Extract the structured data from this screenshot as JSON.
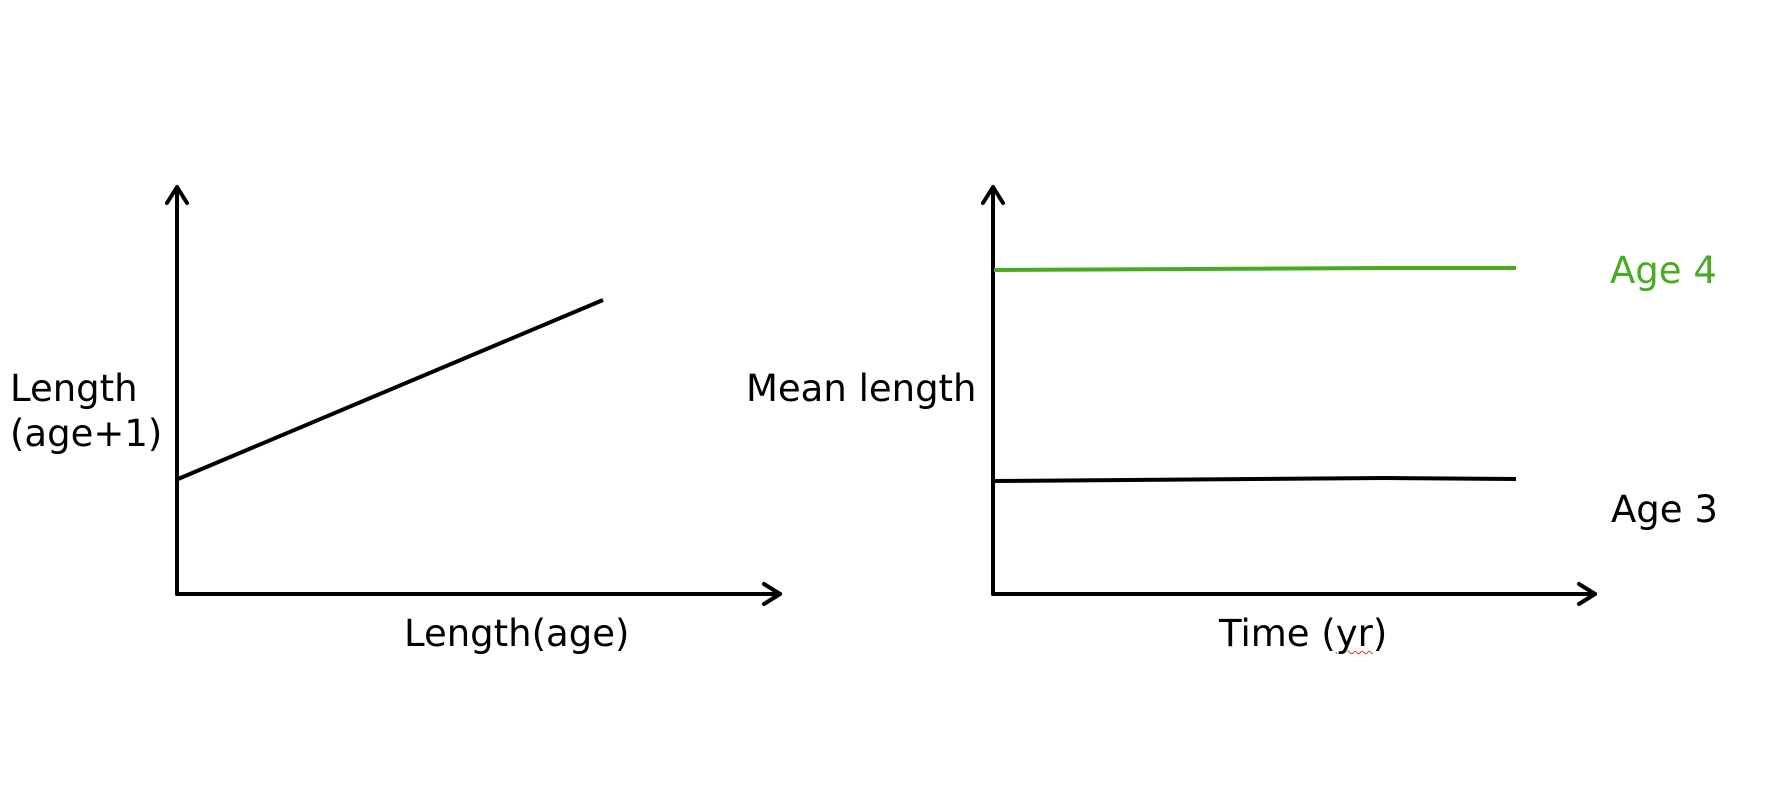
{
  "left_panel": {
    "y_label_line1": "Length",
    "y_label_line2": "(age+1)",
    "x_label": "Length(age)"
  },
  "right_panel": {
    "y_label": "Mean length",
    "x_label_prefix": "Time (",
    "x_label_marked": "yr",
    "x_label_suffix": ")",
    "series": [
      {
        "label": "Age 4",
        "color": "#4aab22"
      },
      {
        "label": "Age 3",
        "color": "#000000"
      }
    ]
  }
}
